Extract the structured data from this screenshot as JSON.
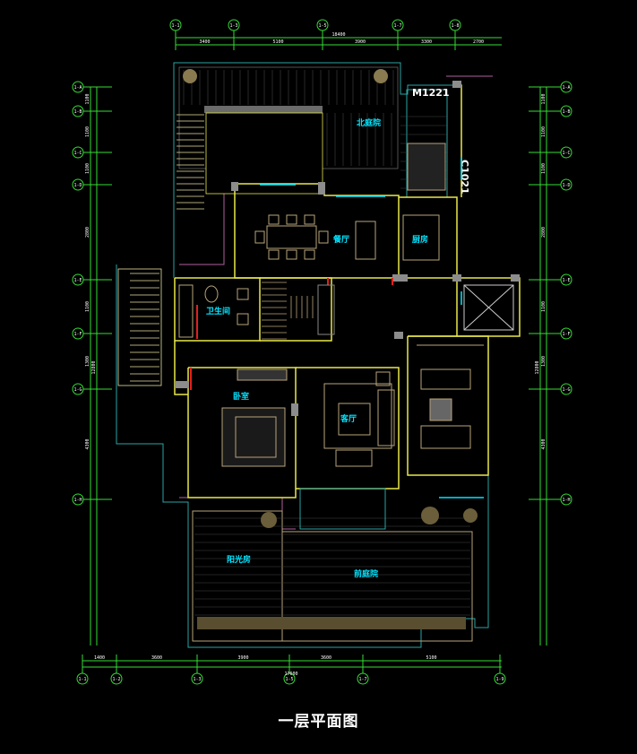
{
  "title": "一层平面图",
  "colors": {
    "background": "#000000",
    "dimension": "#33dd33",
    "wall": "#e8e84a",
    "furniture": "#b8a37a",
    "outline": "#2aa5a5",
    "room_label": "#00e5ff",
    "door_mark": "#e02020",
    "boundary": "#b060a0"
  },
  "rooms": {
    "north_courtyard": "北庭院",
    "dining": "餐厅",
    "kitchen": "厨房",
    "bathroom": "卫生间",
    "bedroom": "卧室",
    "living": "客厅",
    "sunroom": "阳光房",
    "front_courtyard": "前庭院"
  },
  "door_codes": {
    "entry_door": "M1221",
    "window": "C1021"
  },
  "dimensions": {
    "top": [
      "3400",
      "5100",
      "3900",
      "3300",
      "2700"
    ],
    "top_total": "18400",
    "bottom": [
      "1400",
      "3600",
      "3900",
      "3600",
      "5100"
    ],
    "bottom_total": "17600",
    "left": [
      "1100",
      "1100",
      "1100",
      "2800",
      "1100",
      "1300",
      "4300"
    ],
    "left_total": "12800",
    "right": [
      "1100",
      "1100",
      "1100",
      "2800",
      "1100",
      "1300",
      "4300"
    ],
    "right_total": "12800"
  },
  "grid_labels": {
    "top": [
      "1-1",
      "1-3",
      "1-5",
      "1-7",
      "1-8"
    ],
    "bottom": [
      "1-1",
      "1-2",
      "1-3",
      "1-5",
      "1-7",
      "1-9"
    ],
    "left": [
      "1-A",
      "1-B",
      "1-C",
      "1-D",
      "1-E",
      "1-F",
      "1-G",
      "1-H"
    ],
    "right": [
      "1-A",
      "1-B",
      "1-C",
      "1-D",
      "1-E",
      "1-F",
      "1-G",
      "1-H"
    ]
  }
}
